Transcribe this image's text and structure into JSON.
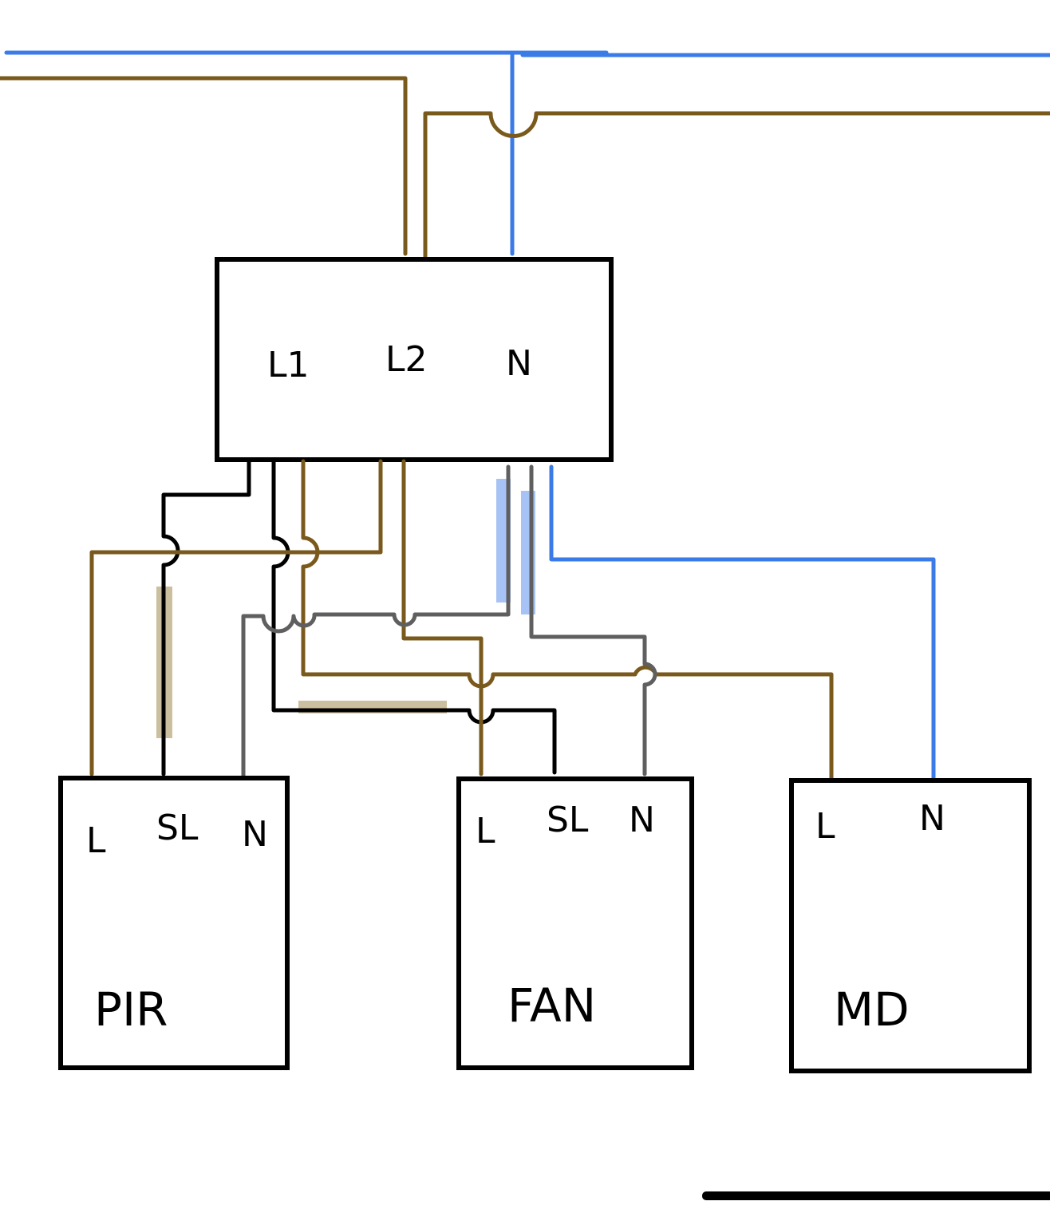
{
  "colors": {
    "neutral": "#3b7be8",
    "live": "#7a5a1c",
    "switched": "#000000",
    "grey": "#5f5f5f"
  },
  "switch_box": {
    "terminals": [
      "L1",
      "L2",
      "N"
    ]
  },
  "pir": {
    "terminals": [
      "L",
      "SL",
      "N"
    ],
    "label": "PIR"
  },
  "fan": {
    "terminals": [
      "L",
      "SL",
      "N"
    ],
    "label": "FAN"
  },
  "md": {
    "terminals": [
      "L",
      "N"
    ],
    "label": "MD"
  }
}
